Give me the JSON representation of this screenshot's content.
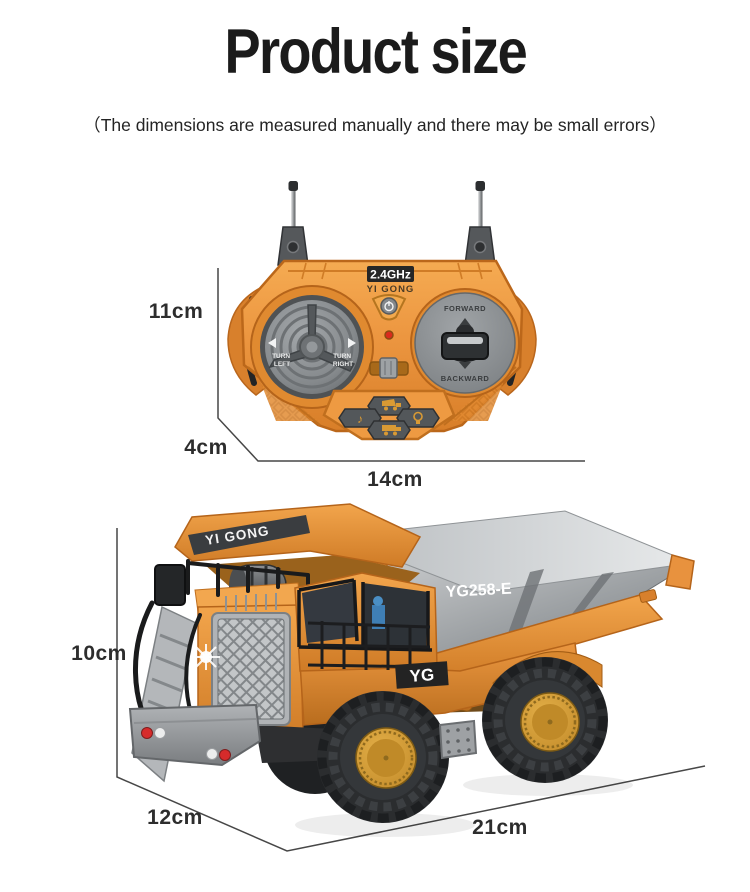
{
  "header": {
    "title": "Product size",
    "subtitle": "（The dimensions are measured manually and there may be small errors）"
  },
  "controller": {
    "frequency": "2.4GHz",
    "brand": "YI GONG",
    "throttle": {
      "forward": "FORWARD",
      "backward": "BACKWARD"
    },
    "steering": {
      "left_line1": "TURN",
      "left_line2": "LEFT",
      "right_line1": "TURN",
      "right_line2": "RIGHT"
    },
    "buttons": {
      "music_glyph": "♪"
    },
    "dimensions": {
      "height": "11cm",
      "depth": "4cm",
      "width": "14cm"
    }
  },
  "truck": {
    "canopy_brand": "YI GONG",
    "model": "YG258-E",
    "door_badge": "YG",
    "dimensions": {
      "height": "10cm",
      "depth": "12cm",
      "length": "21cm"
    }
  },
  "colors": {
    "accent_orange": "#E8923E",
    "orange_dark": "#C9762A",
    "bed_gray": "#AEB2B6",
    "badge_black": "#2B2B2B",
    "hub_gold": "#C8912F",
    "dimension_line": "#454545"
  }
}
